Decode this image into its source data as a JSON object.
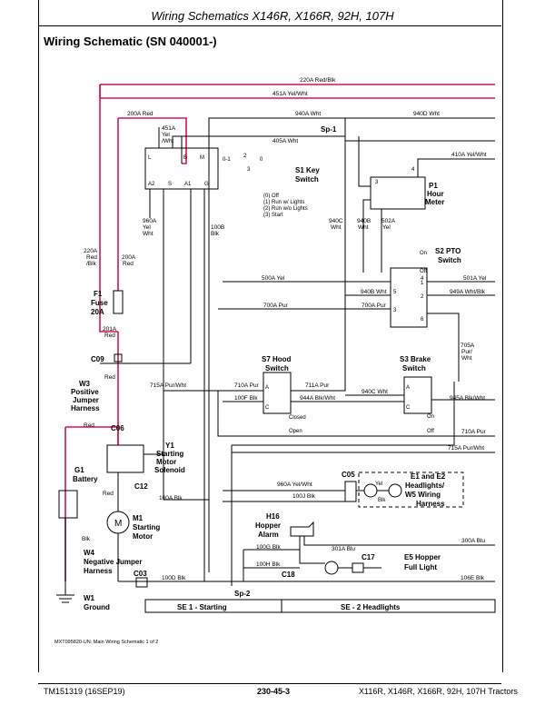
{
  "header": {
    "title": "Wiring Schematics X146R, X166R, 92H, 107H"
  },
  "schematic_title": "Wiring Schematic (SN 040001-)",
  "wires": {
    "w220a_top": "220A Red/Blk",
    "w451a_top": "451A Yel/Wht",
    "w940a": "940A Wht",
    "w940d": "940D Wht",
    "w200a": "200A Red",
    "w451a_lbl": [
      "451A",
      "Yel",
      "/Wht"
    ],
    "w405a": "405A Wht",
    "w410a": "410A Yel/Wht",
    "w960a_lbl": [
      "960A",
      "Yel",
      "Wht"
    ],
    "w100b_lbl": [
      "100B",
      "Blk"
    ],
    "w940c_lbl": [
      "940C",
      "Wht"
    ],
    "w940b_lbl": [
      "940B",
      "Wht"
    ],
    "w502a_lbl": [
      "502A",
      "Yel"
    ],
    "w220a_side": [
      "220A",
      "Red",
      "/Blk"
    ],
    "w200a_side": [
      "200A",
      "Red"
    ],
    "w500a": "500A Yel",
    "w501a": "501A Yel",
    "w940b_h": "940B Wht",
    "w949a": "949A Wht/Blk",
    "w700a": "700A Pur",
    "w700a_2": "700A Pur",
    "w201a_lbl": [
      "201A",
      "Red"
    ],
    "w705a_lbl": [
      "705A",
      "Pur/",
      "Wht"
    ],
    "w715a": "715A Pur/Wht",
    "w710a": "710A Pur",
    "w711a": "711A Pur",
    "w100f": "100F Blk",
    "w944a": "944A Blk/Wht",
    "w940c_h": "940C Wht",
    "w945a": "945A Blk/Wht",
    "w710a_r": "710A Pur",
    "w715a_r": "715A Pur/Wht",
    "red_w3": "Red",
    "red_y1": "Red",
    "red_g1": "Red",
    "w960a_h": "960A Yel/Wht",
    "w100j": "100J Blk",
    "w100a": "100A Blk",
    "w300a": "300A Blu",
    "w301a": "301A Blu",
    "w100g": "100G Blk",
    "w100h": "100H Blk",
    "w100d": "100D Blk",
    "w106e": "106E Blk",
    "blk_g1": "Blk"
  },
  "components": {
    "s1": {
      "name": "S1 Key",
      "name2": "Switch",
      "states": [
        "(0) Off",
        "(1) Run w/ Lights",
        "(2) Run w/o Lights",
        "(3) Start"
      ],
      "pins": [
        "L",
        "B",
        "M",
        "A2",
        "S",
        "A1",
        "G"
      ],
      "pos": [
        "0-1",
        "2",
        "3",
        "0"
      ]
    },
    "sp1": "Sp-1",
    "sp2": "Sp-2",
    "p1": {
      "name": "P1",
      "name2": "Hour",
      "name3": "Meter",
      "pins": [
        "4",
        "3"
      ]
    },
    "s2": {
      "name": "S2 PTO",
      "name2": "Switch",
      "on": "On",
      "off": "Off",
      "pins": [
        "1",
        "2",
        "3",
        "4",
        "5",
        "6"
      ]
    },
    "f1": {
      "name": "F1",
      "name2": "Fuse",
      "name3": "20A"
    },
    "c09": "C09",
    "w3": {
      "name": "W3",
      "name2": "Positive",
      "name3": "Jumper",
      "name4": "Harness"
    },
    "s7": {
      "name": "S7 Hood",
      "name2": "Switch",
      "closed": "Closed",
      "open": "Open",
      "pins": [
        "A",
        "C"
      ]
    },
    "s3": {
      "name": "S3 Brake",
      "name2": "Switch",
      "on": "On",
      "off": "Off",
      "pins": [
        "A",
        "C"
      ]
    },
    "c06": "C06",
    "y1": {
      "name": "Y1",
      "name2": "Starting",
      "name3": "Motor",
      "name4": "Solenoid"
    },
    "c12": "C12",
    "g1": {
      "name": "G1",
      "name2": "Battery"
    },
    "m1": {
      "name": "M1",
      "name2": "Starting",
      "name3": "Motor",
      "symbol": "M"
    },
    "c05": "C05",
    "e1e2": {
      "name": "E1 and E2",
      "name2": "Headlights/",
      "name3": "W5 Wiring",
      "name4": "Harness",
      "lamp1": "Yel",
      "lamp2": "Blk"
    },
    "h16": {
      "name": "H16",
      "name2": "Hopper",
      "name3": "Alarm"
    },
    "c17": "C17",
    "e5": {
      "name": "E5 Hopper",
      "name2": "Full Light"
    },
    "c18": "C18",
    "w4": {
      "name": "W4",
      "name2": "Negative Jumper",
      "name3": "Harness"
    },
    "c03": "C03",
    "w1": {
      "name": "W1",
      "name2": "Ground"
    }
  },
  "sections": {
    "se1": "SE 1 - Starting",
    "se2": "SE - 2 Headlights"
  },
  "figure_ref": "MXT095820-UN: Main Wiring Schematic 1 of 2",
  "footer": {
    "left": "TM151319 (16SEP19)",
    "center": "230-45-3",
    "right": "X116R, X146R, X166R, 92H, 107H Tractors"
  },
  "colors": {
    "power_red": "#d4145a",
    "wire": "#000000"
  }
}
